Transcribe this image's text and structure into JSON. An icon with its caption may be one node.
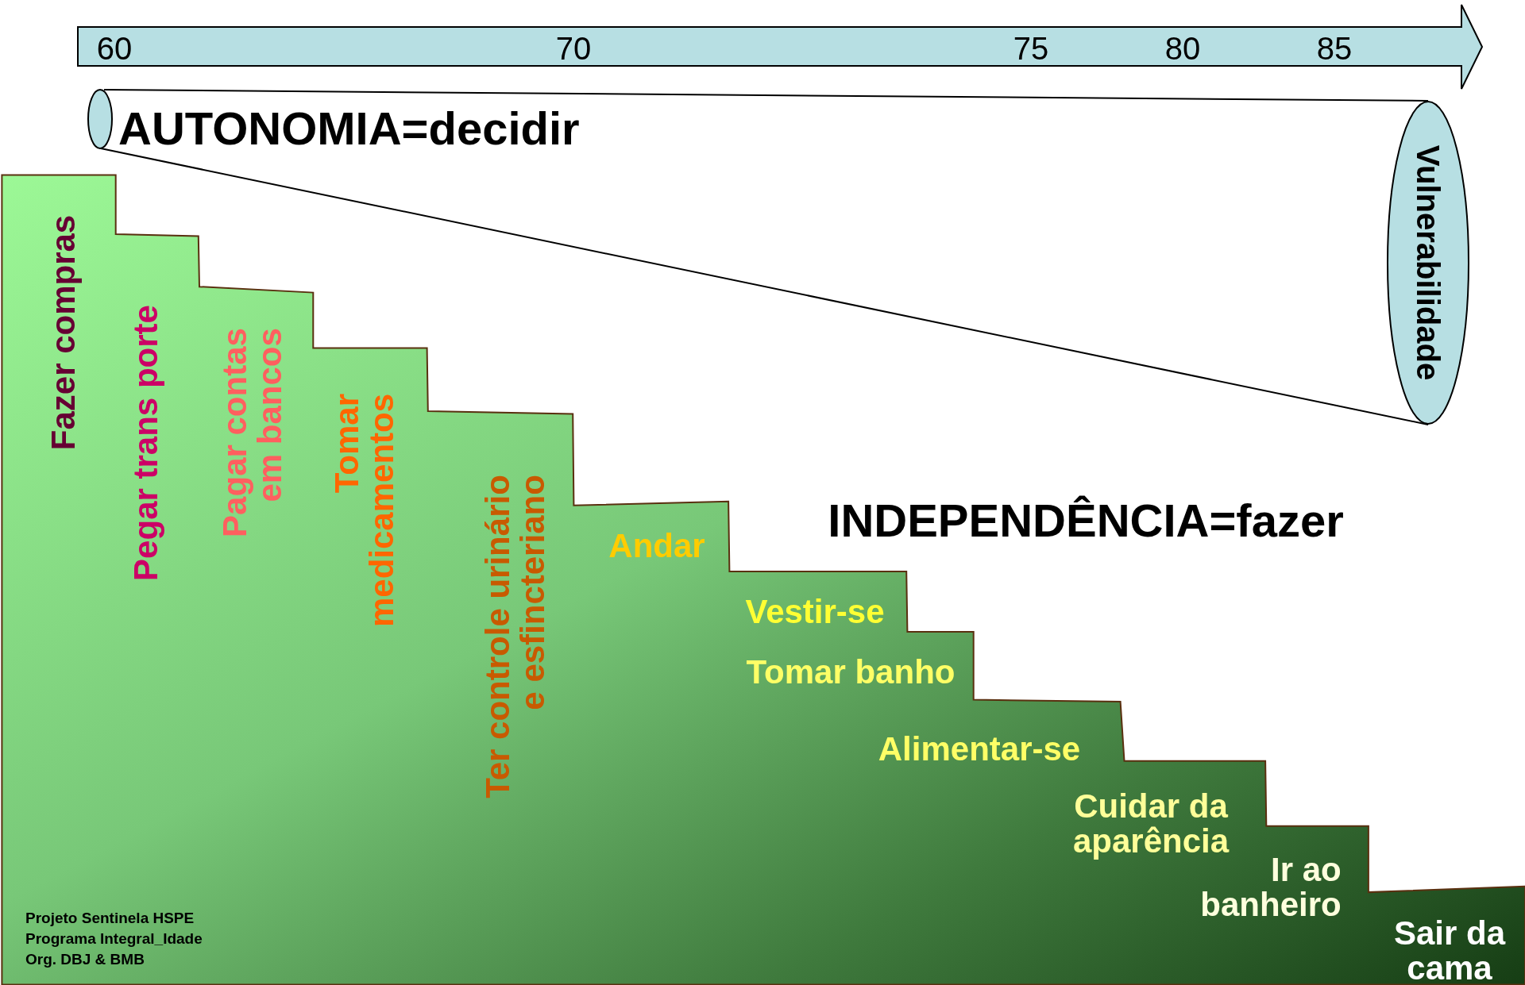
{
  "diagram": {
    "nodes": [
      {
        "text": [
          "Vulnerabilidade"
        ]
      }
    ],
    "labels": [
      "60",
      "70",
      "75",
      "80",
      "85",
      "AUTONOMIA=decidir",
      "Fazer compras",
      "Pegar trans porte",
      "Pagar contas em bancos",
      "Tomar medicamentos",
      "Ter controle urinário e esfincteriano",
      "Andar",
      "INDEPENDÊNCIA=fazer",
      "Vestir-se",
      "Tomar banho",
      "Alimentar-se",
      "Cuidar da aparência",
      "Ir ao banheiro",
      "Sair da cama",
      "Projeto Sentinela HSPE",
      "Programa Integral_Idade",
      "Org. DBJ & BMB"
    ]
  }
}
